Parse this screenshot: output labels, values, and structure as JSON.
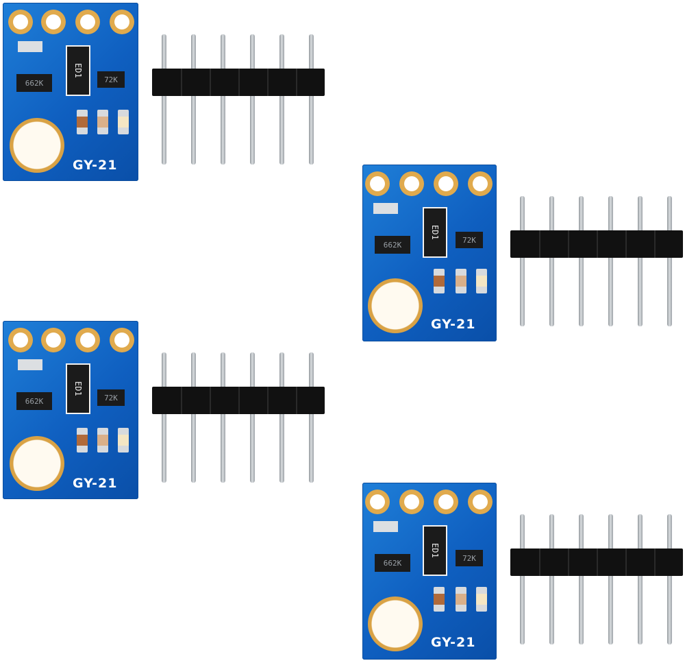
{
  "boards": [
    {
      "label": "GY-21",
      "chip_left": "662K",
      "chip_mid": "ED1",
      "chip_right": "72K"
    },
    {
      "label": "GY-21",
      "chip_left": "662K",
      "chip_mid": "ED1",
      "chip_right": "72K"
    },
    {
      "label": "GY-21",
      "chip_left": "662K",
      "chip_mid": "ED1",
      "chip_right": "72K"
    },
    {
      "label": "GY-21",
      "chip_left": "662K",
      "chip_mid": "ED1",
      "chip_right": "72K"
    }
  ],
  "colors": {
    "pcb": "#1266c8",
    "pad_gold": "#e0aa4d",
    "pin_header": "#111111",
    "pin_metal": "#c8ccd0"
  }
}
